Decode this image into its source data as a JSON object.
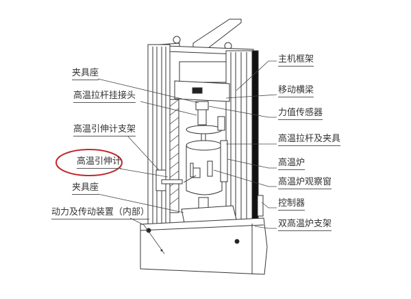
{
  "diagram": {
    "subject": "High-temperature tensile testing machine (double-column) with furnace",
    "highlight_color": "#c0282d",
    "line_color": "#333333",
    "labels_left": [
      {
        "id": "clamp-seat-top",
        "text": "夹具座"
      },
      {
        "id": "ht-pull-rod-joint",
        "text": "高温拉杆挂接头"
      },
      {
        "id": "ht-extensometer-bracket",
        "text": "高温引伸计支架"
      },
      {
        "id": "ht-extensometer",
        "text": "高温引伸计",
        "highlighted": true
      },
      {
        "id": "clamp-seat-bottom",
        "text": "夹具座"
      },
      {
        "id": "drive-unit",
        "text": "动力及传动装置（内部）"
      }
    ],
    "labels_right": [
      {
        "id": "main-frame",
        "text": "主机框架"
      },
      {
        "id": "moving-crossbeam",
        "text": "移动横梁"
      },
      {
        "id": "load-cell",
        "text": "力值传感器"
      },
      {
        "id": "ht-pull-rod-and-clamp",
        "text": "高温拉杆及夹具"
      },
      {
        "id": "ht-furnace",
        "text": "高温炉"
      },
      {
        "id": "furnace-window",
        "text": "高温炉观察窗"
      },
      {
        "id": "controller",
        "text": "控制器"
      },
      {
        "id": "dual-furnace-bracket",
        "text": "双高温炉支架"
      }
    ]
  }
}
